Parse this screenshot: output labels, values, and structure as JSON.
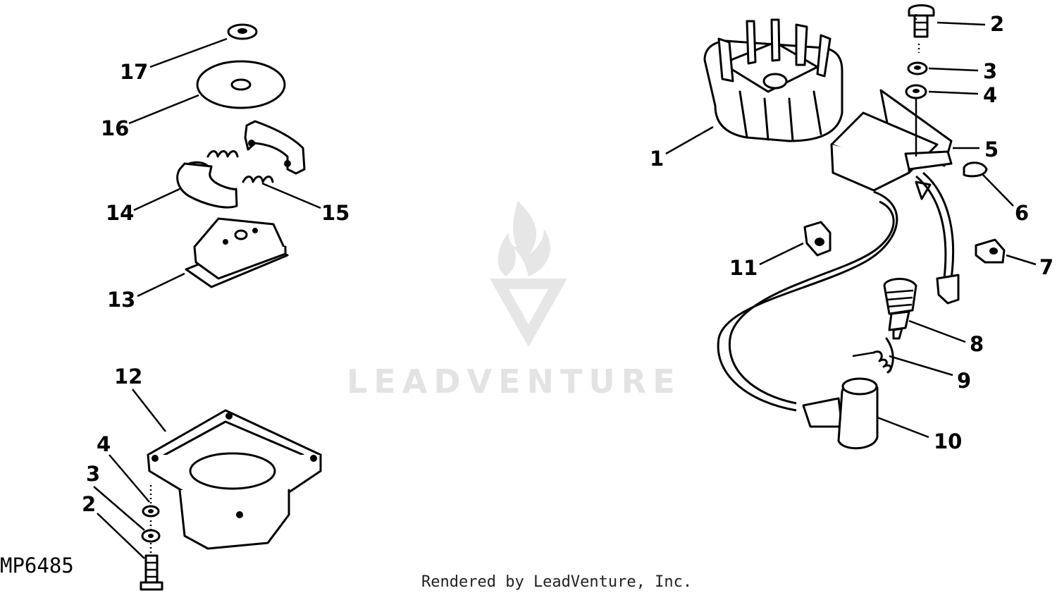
{
  "diagram_code": "MP6485",
  "footer": "Rendered by LeadVenture, Inc.",
  "watermark": "LEADVENTURE",
  "callouts": {
    "c1": "1",
    "c2": "2",
    "c3": "3",
    "c4": "4",
    "c5": "5",
    "c6": "6",
    "c7": "7",
    "c8": "8",
    "c9": "9",
    "c10": "10",
    "c11": "11",
    "c12": "12",
    "c13": "13",
    "c14": "14",
    "c15": "15",
    "c16": "16",
    "c17": "17",
    "c2b": "2",
    "c3b": "3",
    "c4b": "4"
  }
}
